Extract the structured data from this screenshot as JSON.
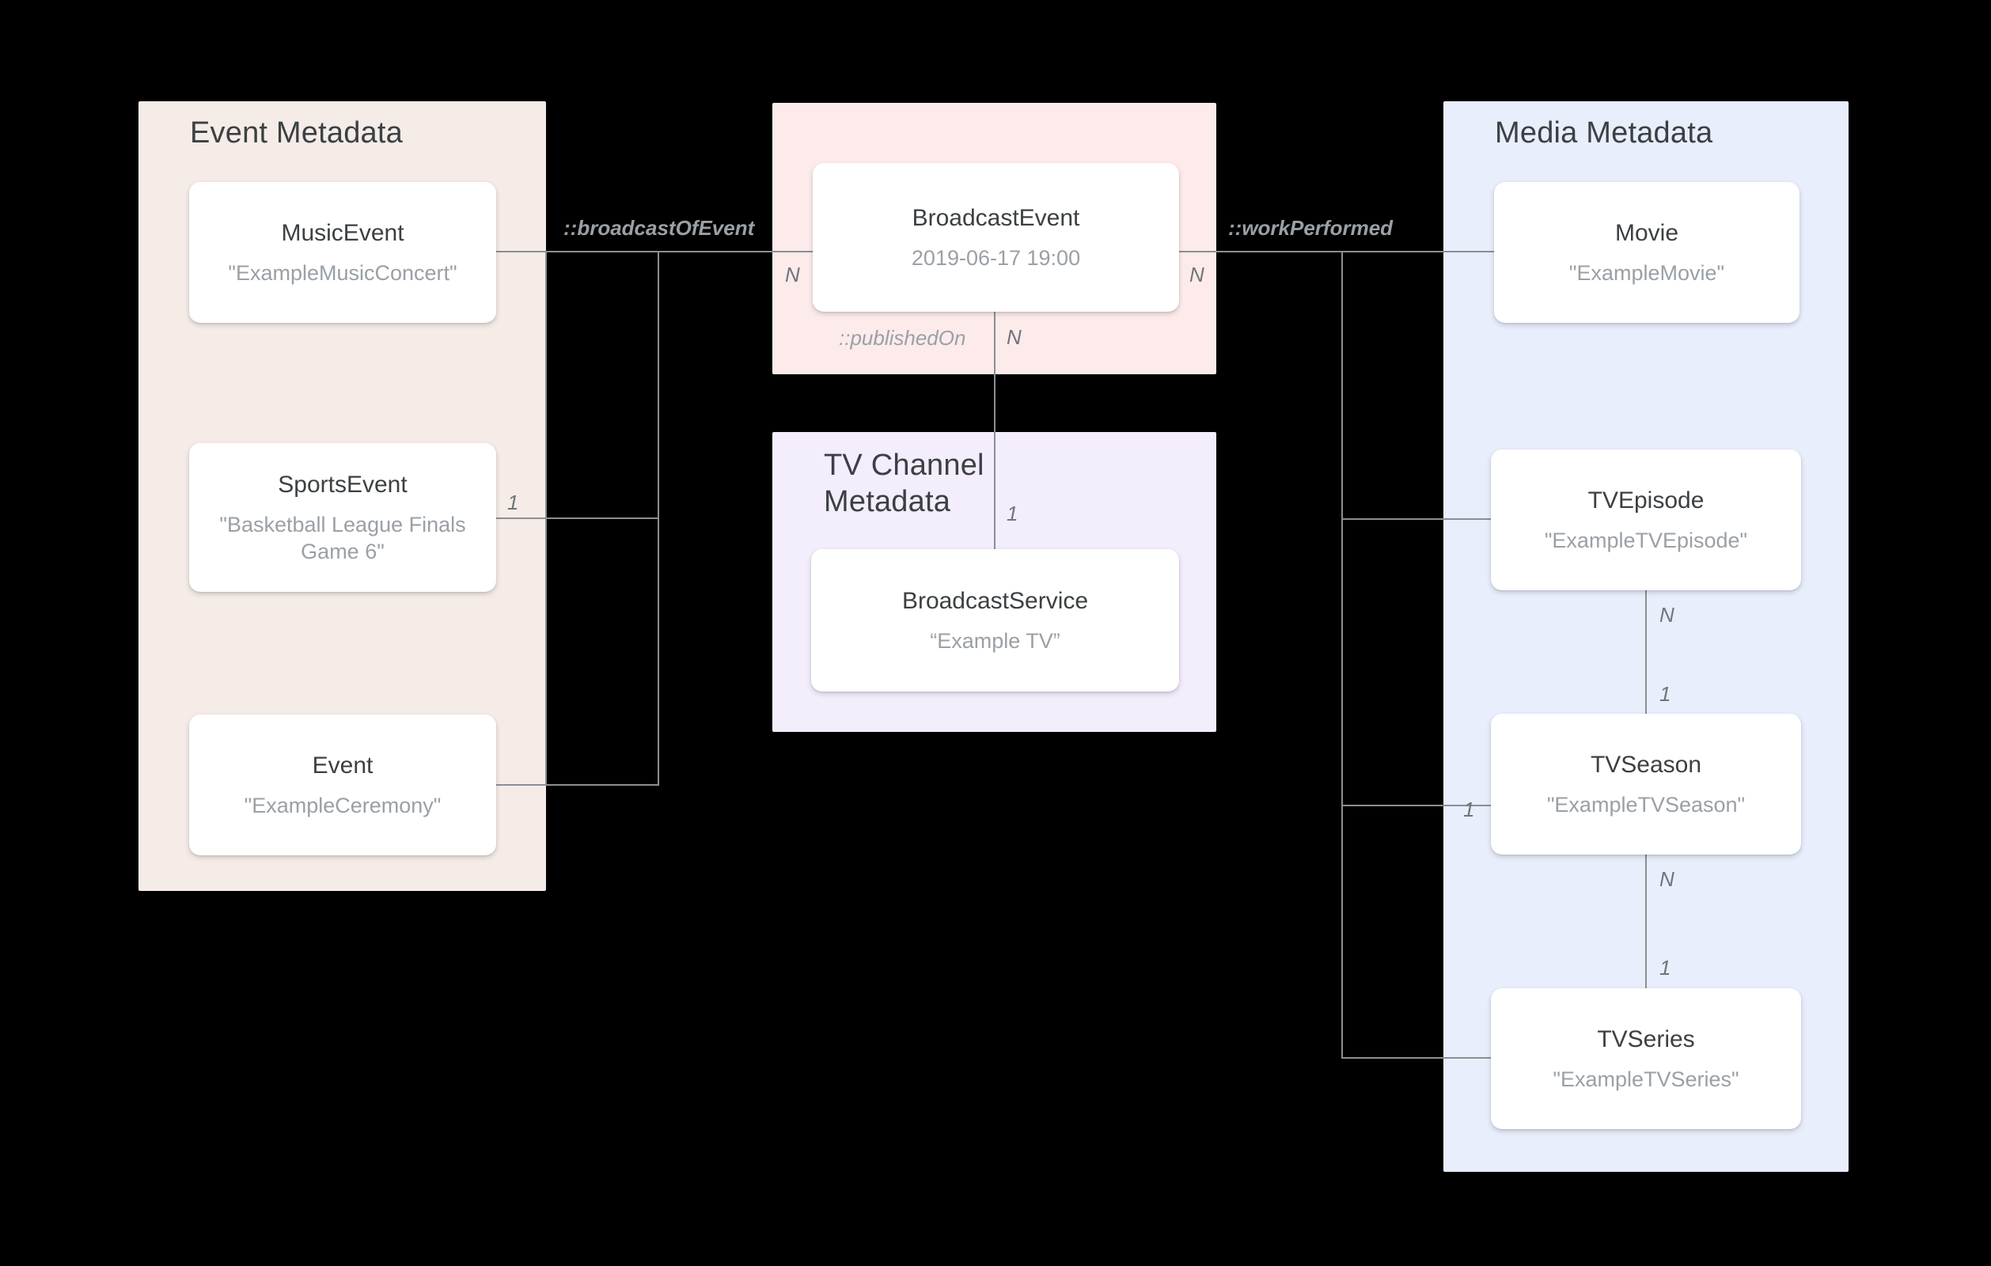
{
  "diagram": {
    "title": "Broadcast / Media metadata entity-relationship diagram"
  },
  "groups": {
    "event_metadata": {
      "title": "Event Metadata",
      "color": "#f5ece7"
    },
    "broadcast": {
      "title": "",
      "color": "#fdebeb"
    },
    "tv_channel_metadata": {
      "title": "TV Channel\nMetadata",
      "title_line1": "TV Channel",
      "title_line2": "Metadata",
      "color": "#f4edfc"
    },
    "media_metadata": {
      "title": "Media Metadata",
      "color": "#e8eefc"
    }
  },
  "entities": {
    "music_event": {
      "type": "MusicEvent",
      "value": "\"ExampleMusicConcert\""
    },
    "sports_event": {
      "type": "SportsEvent",
      "value": "\"Basketball League Finals Game 6\""
    },
    "event": {
      "type": "Event",
      "value": "\"ExampleCeremony\""
    },
    "broadcast_event": {
      "type": "BroadcastEvent",
      "value": "2019-06-17 19:00"
    },
    "broadcast_service": {
      "type": "BroadcastService",
      "value": "“Example TV”"
    },
    "movie": {
      "type": "Movie",
      "value": "\"ExampleMovie\""
    },
    "tv_episode": {
      "type": "TVEpisode",
      "value": "\"ExampleTVEpisode\""
    },
    "tv_season": {
      "type": "TVSeason",
      "value": "\"ExampleTVSeason\""
    },
    "tv_series": {
      "type": "TVSeries",
      "value": "\"ExampleTVSeries\""
    }
  },
  "relations": {
    "broadcast_of_event": {
      "label": "::broadcastOfEvent",
      "from_cardinality": "1",
      "to_cardinality": "N"
    },
    "work_performed": {
      "label": "::workPerformed",
      "to_cardinality": "N",
      "season_cardinality": "1"
    },
    "published_on": {
      "label": "::publishedOn",
      "from_cardinality": "N",
      "to_cardinality": "1"
    },
    "episode_season": {
      "from_cardinality": "N",
      "to_cardinality": "1"
    },
    "season_series": {
      "from_cardinality": "N",
      "to_cardinality": "1"
    }
  },
  "cardinalities": {
    "sports_event_1": "1",
    "broadcast_left_N": "N",
    "broadcast_right_N": "N",
    "published_on_N": "N",
    "broadcast_service_1": "1",
    "tvepisode_N": "N",
    "tvseason_1": "1",
    "tvseason_N": "N",
    "tvseries_1": "1",
    "workperformed_season_1": "1"
  },
  "colors": {
    "event_panel": "#f5ece7",
    "broadcast_panel": "#fdebeb",
    "tvchannel_panel": "#f4edfc",
    "media_panel": "#e8eefc",
    "card": "#ffffff",
    "edge": "#8a8f94",
    "type_text": "#3c4043",
    "value_text": "#9aa0a6",
    "background": "#000000"
  }
}
